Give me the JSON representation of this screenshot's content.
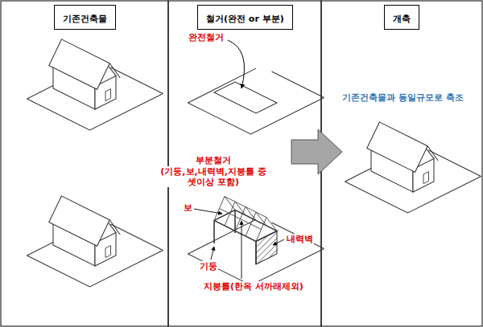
{
  "diagram": {
    "nodes": [
      {
        "text": [
          "기존건축물"
        ]
      },
      {
        "text": [
          "철거(완전 or 부분)"
        ]
      },
      {
        "text": [
          "개축"
        ]
      }
    ],
    "labels": [
      "완전철거",
      "부분철거",
      "(기둥,보,내력벽,지붕틀 중 셋이상 포함)",
      "보",
      "기둥",
      "내력벽",
      "지붕틀(한옥 서까래제외)",
      "기존건축물과 동일규모로 축조"
    ]
  }
}
